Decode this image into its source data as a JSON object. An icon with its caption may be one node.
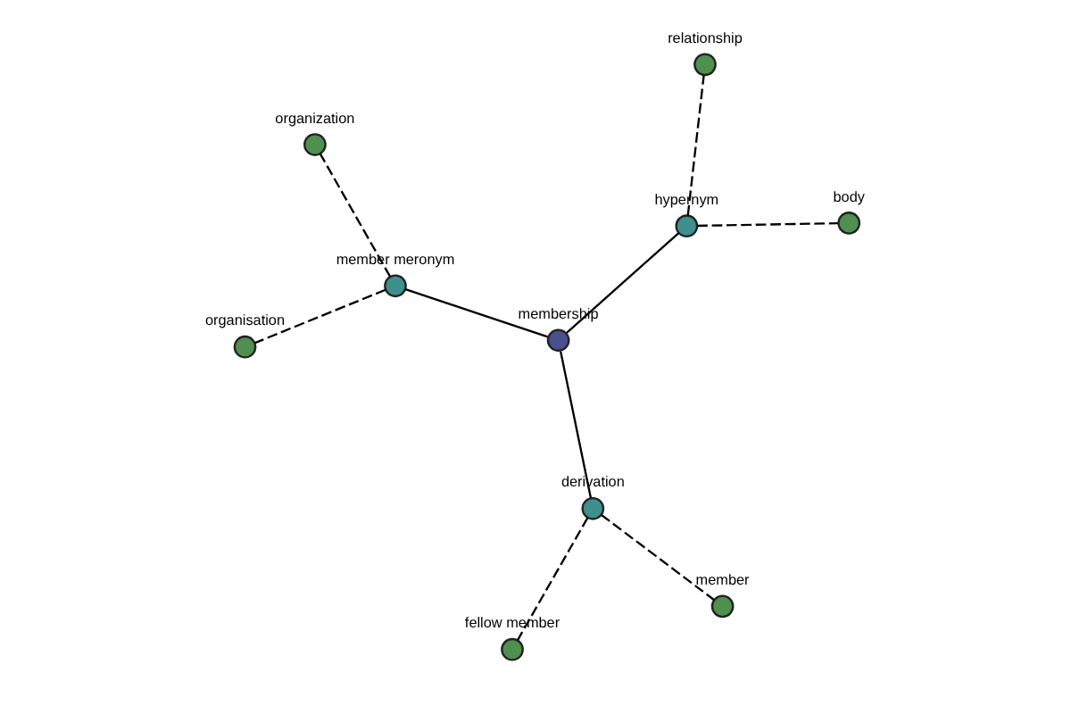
{
  "diagram": {
    "nodes": [
      {
        "text": [],
        "shape": "circle",
        "beside": [
          "membership"
        ]
      },
      {
        "text": [],
        "shape": "circle",
        "beside": [
          "hypernym"
        ]
      },
      {
        "text": [],
        "shape": "circle",
        "beside": [
          "derivation"
        ]
      },
      {
        "text": [],
        "shape": "circle",
        "beside": [
          "member meronym"
        ]
      },
      {
        "text": [],
        "shape": "circle",
        "beside": [
          "body"
        ]
      },
      {
        "text": [],
        "shape": "circle",
        "beside": [
          "relationship"
        ]
      },
      {
        "text": [],
        "shape": "circle",
        "beside": [
          "fellow member"
        ]
      },
      {
        "text": [],
        "shape": "circle",
        "beside": [
          "member"
        ]
      },
      {
        "text": [],
        "shape": "circle",
        "beside": [
          "organisation"
        ]
      },
      {
        "text": [],
        "shape": "circle",
        "beside": [
          "organization"
        ]
      }
    ],
    "edges": [
      {
        "from": 0,
        "to": 1,
        "arrow": "none"
      },
      {
        "from": 0,
        "to": 2,
        "arrow": "none"
      },
      {
        "from": 0,
        "to": 3,
        "arrow": "none"
      },
      {
        "from": 1,
        "to": 4,
        "arrow": "none",
        "style": "dashed"
      },
      {
        "from": 1,
        "to": 5,
        "arrow": "none",
        "style": "dashed"
      },
      {
        "from": 2,
        "to": 6,
        "arrow": "none",
        "style": "dashed"
      },
      {
        "from": 2,
        "to": 7,
        "arrow": "none",
        "style": "dashed"
      },
      {
        "from": 3,
        "to": 8,
        "arrow": "none",
        "style": "dashed"
      },
      {
        "from": 3,
        "to": 9,
        "arrow": "none",
        "style": "dashed"
      }
    ]
  }
}
